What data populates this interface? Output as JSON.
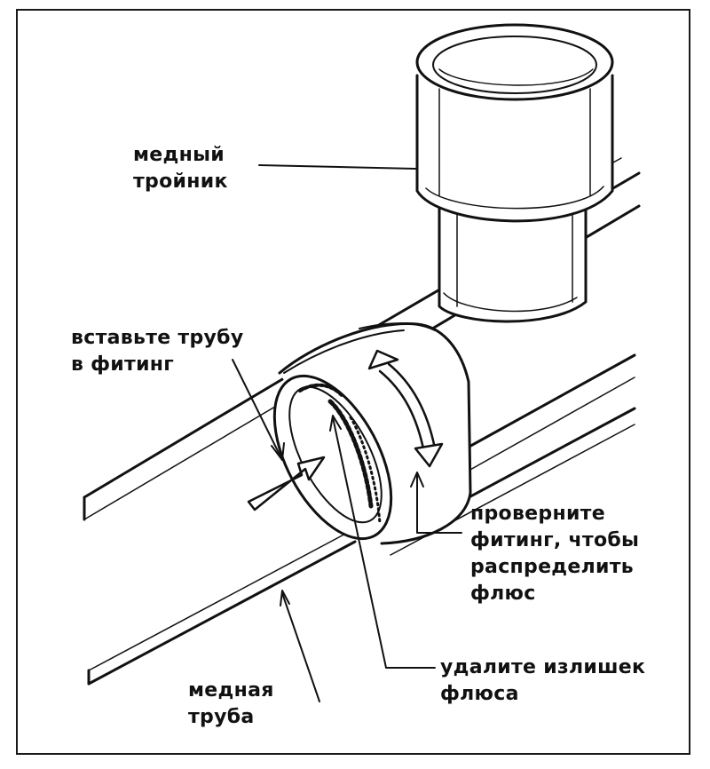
{
  "labels": {
    "tee": [
      "медный",
      "тройник"
    ],
    "insert": [
      "вставьте трубу",
      "в фитинг"
    ],
    "rotate": [
      "проверните",
      "фитинг, чтобы",
      "распределить",
      "флюс"
    ],
    "remove": [
      "удалите излишек",
      "флюса"
    ],
    "pipe": [
      "медная",
      "труба"
    ]
  },
  "colors": {
    "ink": "#111111",
    "paper": "#ffffff"
  }
}
